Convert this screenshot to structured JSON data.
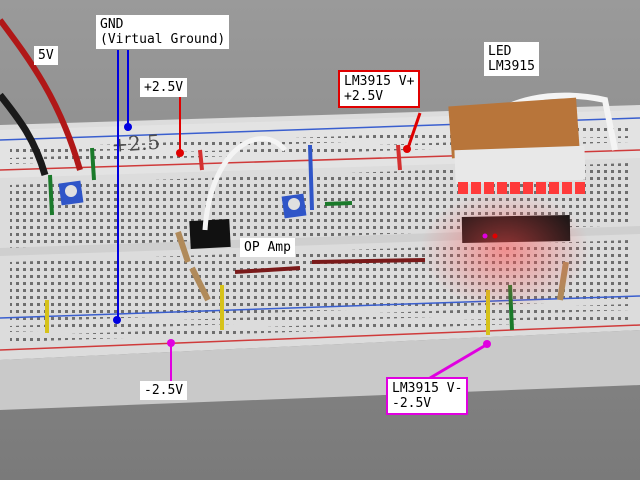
{
  "labels": {
    "v5": "5V",
    "gnd_line1": "GND",
    "gnd_line2": "(Virtual Ground)",
    "plus_2_5": "+2.5V",
    "lm_vplus_line1": "LM3915 V+",
    "lm_vplus_line2": "+2.5V",
    "led_line1": "LED",
    "led_line2": "LM3915",
    "op_amp": "OP Amp",
    "minus_2_5": "-2.5V",
    "lm_vminus_line1": "LM3915 V-",
    "lm_vminus_line2": "-2.5V"
  },
  "board_markings": {
    "handwritten": "+2.5"
  },
  "colors": {
    "pointer_blue": "#0000e0",
    "pointer_red": "#e00000",
    "pointer_magenta": "#e000e0",
    "led_lit": "#ff3a3a"
  }
}
